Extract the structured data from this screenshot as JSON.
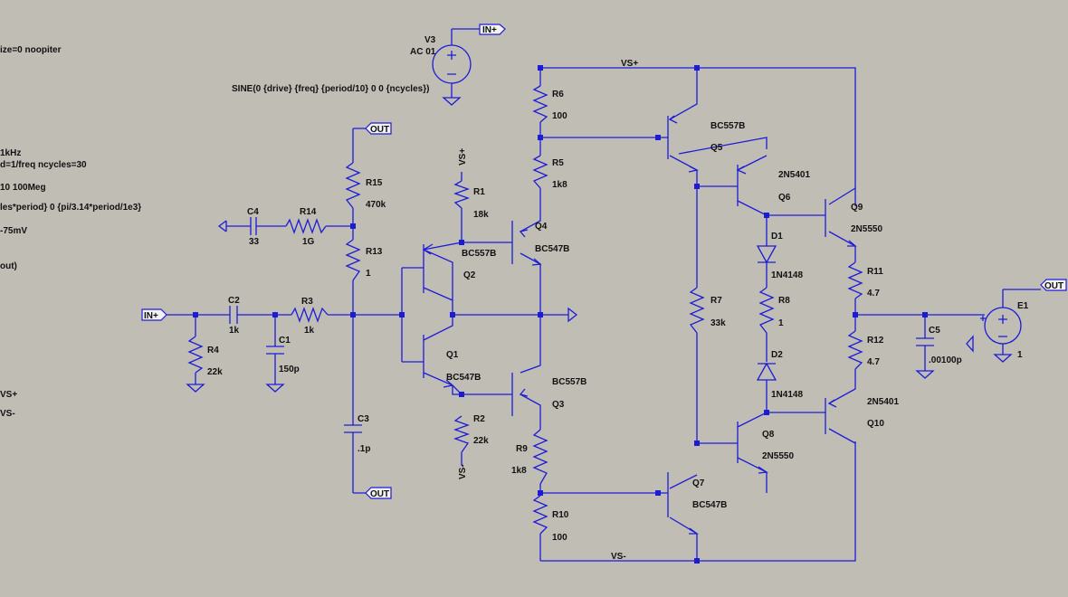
{
  "directives": {
    "left_lines": [
      "ize=0 noopiter",
      "1kHz",
      "d=1/freq  ncycles=30",
      "10 100Meg",
      "les*period} 0 {pi/3.14*period/1e3}",
      "-75mV",
      "out)",
      "VS+",
      "VS-"
    ],
    "source_function": "SINE(0 {drive} {freq} {period/10} 0 0 {ncycles})"
  },
  "source_v3": {
    "name": "V3",
    "value": "AC 01"
  },
  "net_labels": {
    "in_plus": "IN+",
    "out": "OUT",
    "vs_plus": "VS+",
    "vs_minus": "VS-"
  },
  "resistors": {
    "R1": {
      "name": "R1",
      "value": "18k"
    },
    "R2": {
      "name": "R2",
      "value": "22k"
    },
    "R3": {
      "name": "R3",
      "value": "1k"
    },
    "R4": {
      "name": "R4",
      "value": "22k"
    },
    "R5": {
      "name": "R5",
      "value": "1k8"
    },
    "R6": {
      "name": "R6",
      "value": "100"
    },
    "R7": {
      "name": "R7",
      "value": "33k"
    },
    "R8": {
      "name": "R8",
      "value": "1"
    },
    "R9": {
      "name": "R9",
      "value": "1k8"
    },
    "R10": {
      "name": "R10",
      "value": "100"
    },
    "R11": {
      "name": "R11",
      "value": "4.7"
    },
    "R12": {
      "name": "R12",
      "value": "4.7"
    },
    "R13": {
      "name": "R13",
      "value": "1"
    },
    "R14": {
      "name": "R14",
      "value": "1G"
    },
    "R15": {
      "name": "R15",
      "value": "470k"
    }
  },
  "capacitors": {
    "C1": {
      "name": "C1",
      "value": "150p"
    },
    "C2": {
      "name": "C2",
      "value": "1k"
    },
    "C3": {
      "name": "C3",
      "value": ".1p"
    },
    "C4": {
      "name": "C4",
      "value": "33"
    },
    "C5": {
      "name": "C5",
      "value": ".00100p"
    }
  },
  "transistors": {
    "Q1": {
      "name": "Q1",
      "model": "BC547B"
    },
    "Q2": {
      "name": "Q2",
      "model": "BC557B"
    },
    "Q3": {
      "name": "Q3",
      "model": "BC557B"
    },
    "Q4": {
      "name": "Q4",
      "model": "BC547B"
    },
    "Q5": {
      "name": "Q5",
      "model": "BC557B"
    },
    "Q6": {
      "name": "Q6",
      "model": "2N5401"
    },
    "Q7": {
      "name": "Q7",
      "model": "BC547B"
    },
    "Q8": {
      "name": "Q8",
      "model": "2N5550"
    },
    "Q9": {
      "name": "Q9",
      "model": "2N5550"
    },
    "Q10": {
      "name": "Q10",
      "model": "2N5401"
    }
  },
  "diodes": {
    "D1": {
      "name": "D1",
      "model": "1N4148"
    },
    "D2": {
      "name": "D2",
      "model": "1N4148"
    }
  },
  "source_e1": {
    "name": "E1",
    "value": "1"
  }
}
